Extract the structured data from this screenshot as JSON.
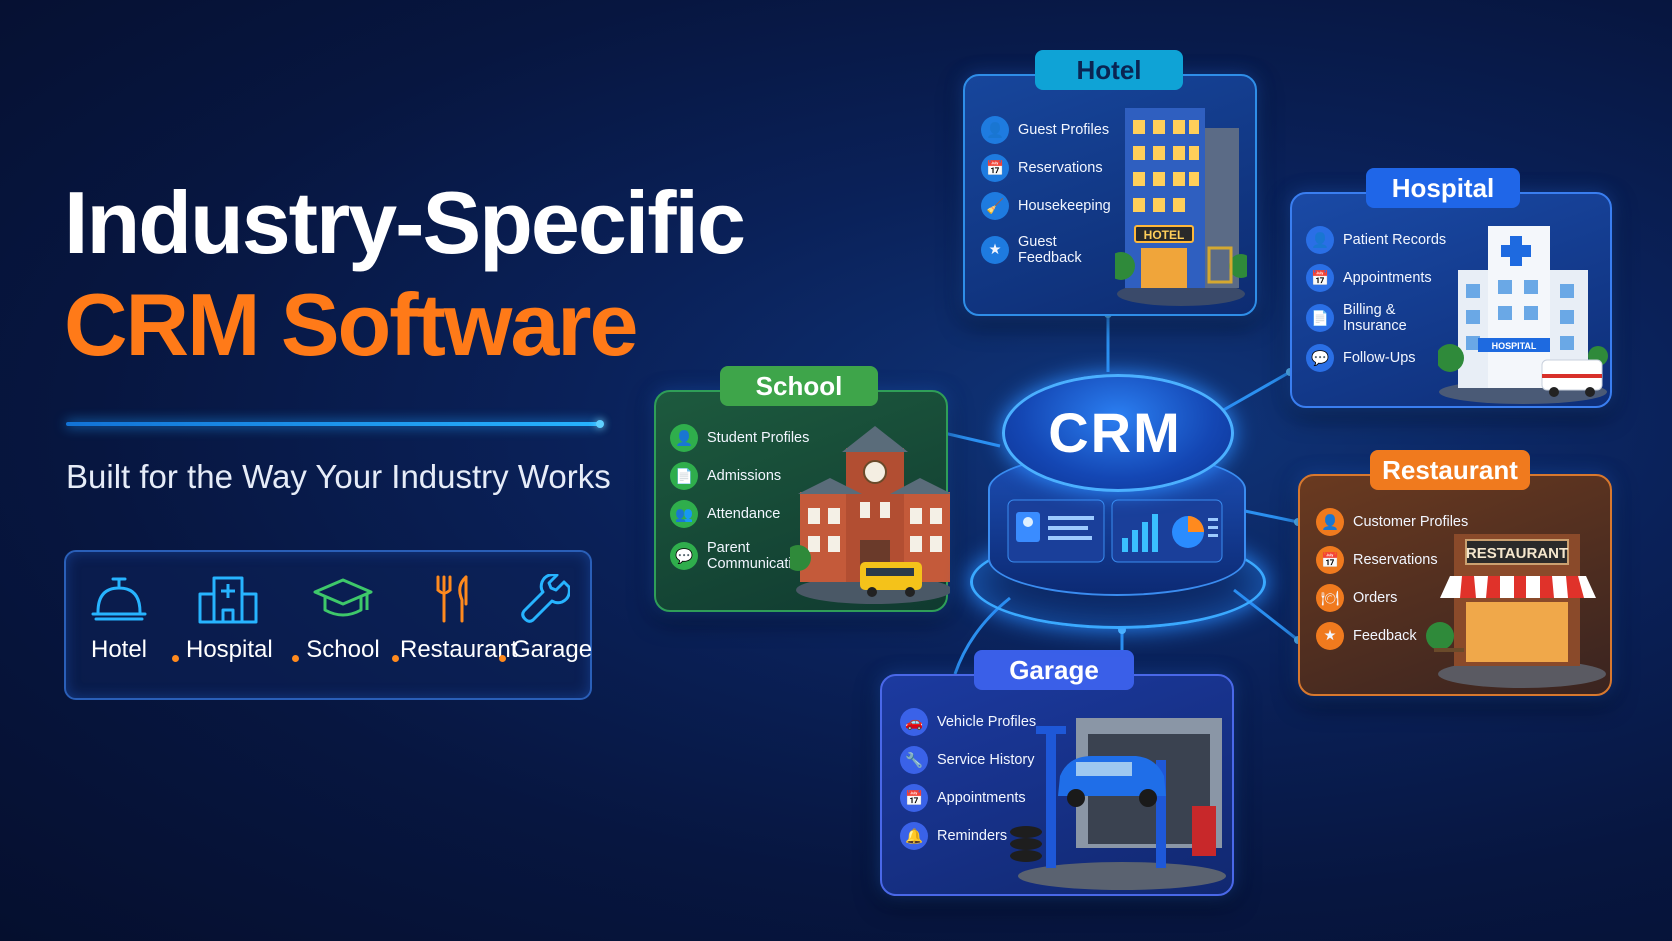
{
  "hero": {
    "title_line1": "Industry-Specific",
    "title_line2": "CRM Software",
    "subtitle": "Built for the Way Your Industry Works"
  },
  "industries": [
    {
      "label": "Hotel",
      "icon": "service-bell-icon"
    },
    {
      "label": "Hospital",
      "icon": "hospital-building-icon"
    },
    {
      "label": "School",
      "icon": "graduation-cap-icon"
    },
    {
      "label": "Restaurant",
      "icon": "fork-knife-icon"
    },
    {
      "label": "Garage",
      "icon": "wrench-icon"
    }
  ],
  "hub": {
    "label": "CRM"
  },
  "cards": {
    "hotel": {
      "title": "Hotel",
      "features": [
        "Guest Profiles",
        "Reservations",
        "Housekeeping",
        "Guest\nFeedback"
      ],
      "sign": "HOTEL",
      "color": "#0fa3d6"
    },
    "hospital": {
      "title": "Hospital",
      "features": [
        "Patient Records",
        "Appointments",
        "Billing &\nInsurance",
        "Follow-Ups"
      ],
      "sign": "HOSPITAL",
      "color": "#1f66e8"
    },
    "school": {
      "title": "School",
      "features": [
        "Student Profiles",
        "Admissions",
        "Attendance",
        "Parent\nCommunication"
      ],
      "color": "#3ea54a"
    },
    "restaurant": {
      "title": "Restaurant",
      "features": [
        "Customer Profiles",
        "Reservations",
        "Orders",
        "Feedback"
      ],
      "sign": "RESTAURANT",
      "color": "#f07a1e"
    },
    "garage": {
      "title": "Garage",
      "features": [
        "Vehicle Profiles",
        "Service History",
        "Appointments",
        "Reminders"
      ],
      "color": "#3a62e8"
    }
  },
  "colors": {
    "accent_orange": "#ff7a18",
    "accent_blue": "#27b4ff",
    "background": "#071640"
  }
}
